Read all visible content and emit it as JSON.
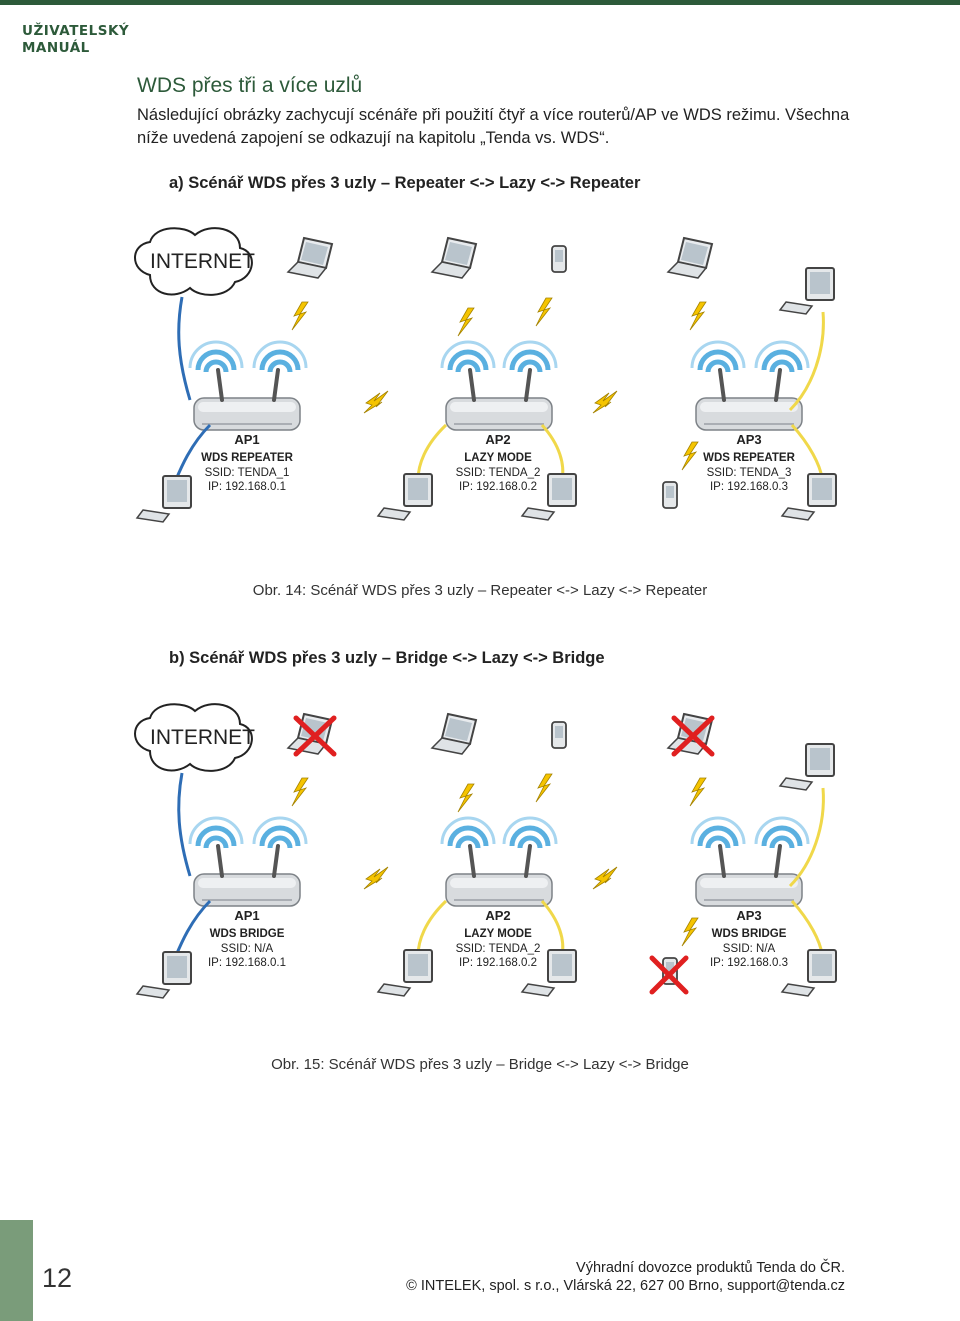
{
  "header": {
    "manual_line1": "UŽIVATELSKÝ",
    "manual_line2": "MANUÁL"
  },
  "section": {
    "title": "WDS přes tři a více uzlů",
    "intro": "Následující obrázky zachycují scénáře při použití čtyř a více routerů/AP ve WDS režimu. Všechna níže uvedená zapojení se odkazují na kapitolu „Tenda vs. WDS“."
  },
  "scenario_a": {
    "heading": "a)  Scénář WDS přes 3 uzly – Repeater <-> Lazy <-> Repeater",
    "internet": "INTERNET",
    "caption": "Obr. 14: Scénář WDS přes 3 uzly – Repeater <-> Lazy <-> Repeater",
    "ap1": {
      "name": "AP1",
      "mode": "WDS REPEATER",
      "ssid": "SSID: TENDA_1",
      "ip": "IP: 192.168.0.1"
    },
    "ap2": {
      "name": "AP2",
      "mode": "LAZY MODE",
      "ssid": "SSID: TENDA_2",
      "ip": "IP: 192.168.0.2"
    },
    "ap3": {
      "name": "AP3",
      "mode": "WDS REPEATER",
      "ssid": "SSID: TENDA_3",
      "ip": "IP: 192.168.0.3"
    }
  },
  "scenario_b": {
    "heading": "b)  Scénář WDS přes 3 uzly – Bridge <-> Lazy <-> Bridge",
    "internet": "INTERNET",
    "caption": "Obr. 15: Scénář WDS přes 3 uzly – Bridge <-> Lazy <-> Bridge",
    "ap1": {
      "name": "AP1",
      "mode": "WDS BRIDGE",
      "ssid": "SSID: N/A",
      "ip": "IP: 192.168.0.1"
    },
    "ap2": {
      "name": "AP2",
      "mode": "LAZY MODE",
      "ssid": "SSID: TENDA_2",
      "ip": "IP: 192.168.0.2"
    },
    "ap3": {
      "name": "AP3",
      "mode": "WDS BRIDGE",
      "ssid": "SSID: N/A",
      "ip": "IP: 192.168.0.3"
    }
  },
  "footer": {
    "page_number": "12",
    "line1": "Výhradní dovozce produktů Tenda do ČR.",
    "line2": "© INTELEK, spol. s r.o., Vlárská 22, 627 00 Brno, support@tenda.cz"
  },
  "colors": {
    "brand_green": "#2d5a3a",
    "wired_blue": "#2e6db5",
    "wired_yellow": "#f0d84a",
    "lightning": "#f5c400",
    "wifi_arc": "#5ab0e0",
    "cross_red": "#e02020"
  }
}
